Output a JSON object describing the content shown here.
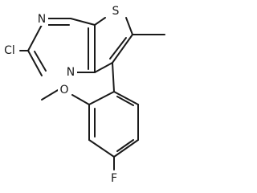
{
  "structure": {
    "atoms": {
      "n_top": "N",
      "n_bottom": "N",
      "s": "S",
      "cl": "Cl",
      "o": "O",
      "f": "F"
    },
    "colors": {
      "bond": "#1a1a1a",
      "background": "#ffffff"
    }
  }
}
